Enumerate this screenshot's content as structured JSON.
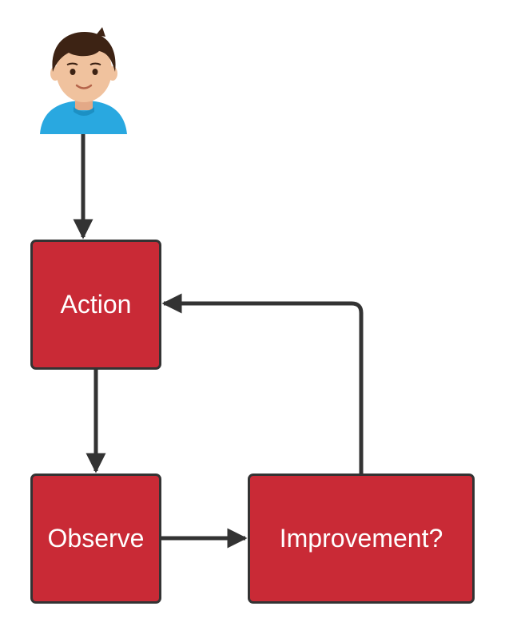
{
  "nodes": {
    "action": "Action",
    "observe": "Observe",
    "improvement": "Improvement?"
  },
  "colors": {
    "box_fill": "#c92a36",
    "box_border": "#333333",
    "connector": "#333333",
    "avatar_shirt": "#29a8e0",
    "avatar_skin": "#f0c29e",
    "avatar_hair": "#3d2314"
  },
  "icons": {
    "person": "user-avatar-icon"
  }
}
